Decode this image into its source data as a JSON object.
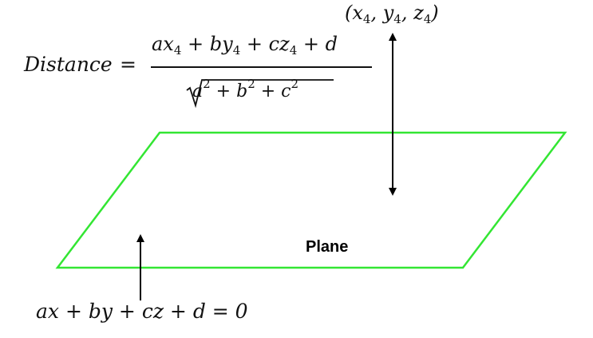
{
  "formula": {
    "lhs": "Distance",
    "equals": "=",
    "numerator": {
      "t1": "ax",
      "s1": "4",
      "t2": " + by",
      "s2": "4",
      "t3": " + cz",
      "s3": "4",
      "t4": " + d"
    },
    "denominator": {
      "t1": "a",
      "p1": "2",
      "t2": " + b",
      "p2": "2",
      "t3": " + c",
      "p3": "2"
    }
  },
  "point": {
    "open": "(x",
    "s1": "4",
    "m1": ", y",
    "s2": "4",
    "m2": ", z",
    "s3": "4",
    "close": ")"
  },
  "plane": {
    "label": "Plane",
    "equation": "ax + by + cz + d = 0"
  },
  "colors": {
    "plane_outline": "#33e633",
    "arrows": "#000000",
    "text": "#111111"
  }
}
